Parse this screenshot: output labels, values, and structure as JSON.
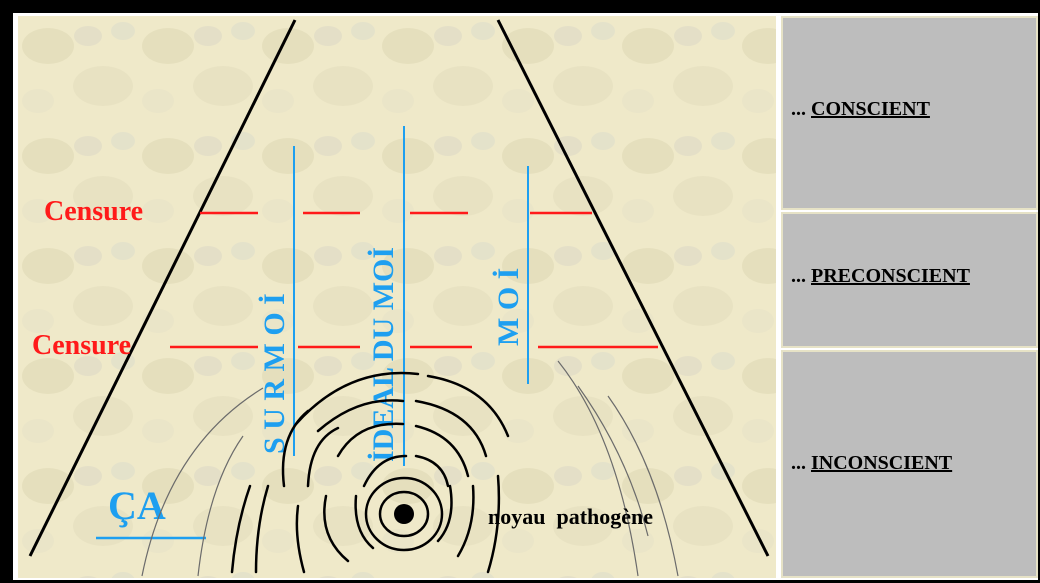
{
  "diagram": {
    "censure_labels": [
      "Censure",
      "Censure"
    ],
    "structures": {
      "surmoi": "S U R M O İ",
      "ideal_du_moi": "İDEAL DU MOİ",
      "moi": "M O İ"
    },
    "ca_label": "ÇA",
    "nucleus_label": "noyau  pathogène"
  },
  "side_panel": {
    "prefix": "... ",
    "items": [
      {
        "label": "CONSCIENT"
      },
      {
        "label": "PRECONSCIENT"
      },
      {
        "label": "INCONSCIENT"
      }
    ]
  },
  "colors": {
    "censure": "#ff1a1a",
    "structures": "#1e9ff0",
    "background": "#efe9c9",
    "side_panel": "#bdbdbd"
  }
}
